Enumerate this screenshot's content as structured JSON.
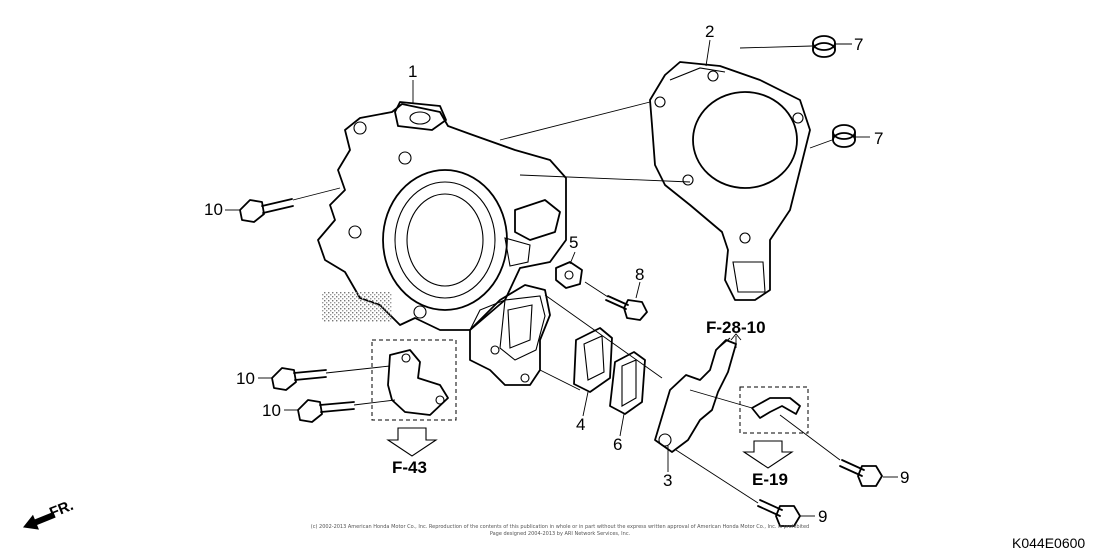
{
  "callouts": {
    "c1": "1",
    "c2": "2",
    "c3": "3",
    "c4": "4",
    "c5": "5",
    "c6": "6",
    "c7a": "7",
    "c7b": "7",
    "c8": "8",
    "c9a": "9",
    "c9b": "9",
    "c10a": "10",
    "c10b": "10",
    "c10c": "10"
  },
  "refs": {
    "f2810": "F-28-10",
    "f43": "F-43",
    "e19": "E-19"
  },
  "fr_label": "FR.",
  "copyright_line1": "(c) 2002-2013 American Honda Motor Co., Inc. Reproduction of the contents of this publication in whole or in part without the express written approval of American Honda Motor Co., Inc. is prohibited",
  "copyright_line2": "Page designed 2004-2013 by ARI Network Services, Inc.",
  "diagram_code": "K044E0600"
}
